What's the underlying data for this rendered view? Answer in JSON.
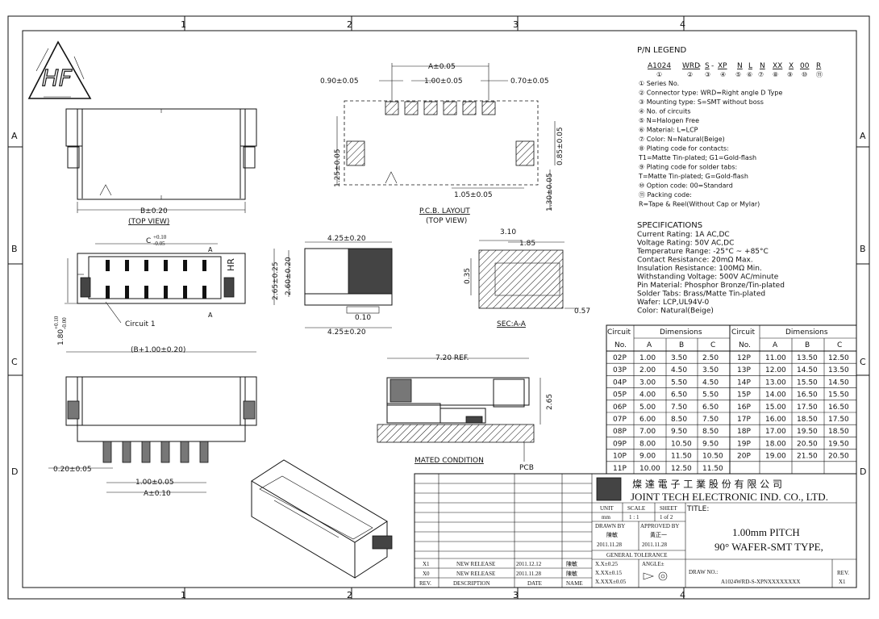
{
  "frame": {
    "top_zones": [
      "1",
      "2",
      "3",
      "4"
    ],
    "side_zones": [
      "A",
      "B",
      "C",
      "D"
    ]
  },
  "logo": {
    "text": "HF"
  },
  "top_view": {
    "dim_b": "B±0.20",
    "caption": "(TOP VIEW)"
  },
  "pcb_layout": {
    "dim_a": "A±0.05",
    "dim_090": "0.90±0.05",
    "dim_100": "1.00±0.05",
    "dim_070": "0.70±0.05",
    "dim_125": "1.25±0.05",
    "dim_085": "0.85±0.05",
    "dim_105": "1.05±0.05",
    "dim_130": "1.30±0.05",
    "caption": "P.C.B. LAYOUT",
    "sub": "(TOP VIEW)"
  },
  "front_view": {
    "dim_c": "C",
    "dim_c_tol_top": "+0.10",
    "dim_c_tol_bot": "-0.05",
    "label_a1": "A",
    "label_a2": "A",
    "dim_180": "1.80",
    "dim_180_tol_top": "+0.10",
    "dim_180_tol_bot": "-0.00",
    "circuit1": "Circuit 1",
    "logo": "HR"
  },
  "side_view": {
    "dim_425_top": "4.25±0.20",
    "dim_265": "2.65±0.25",
    "dim_260": "2.60±0.20",
    "dim_010": "0.10",
    "dim_425_bot": "4.25±0.20"
  },
  "section": {
    "dim_310": "3.10",
    "dim_185": "1.85",
    "dim_035": "0.35",
    "dim_057": "0.57",
    "caption": "SEC:A-A"
  },
  "bottom_view": {
    "dim_b1": "(B+1.00±0.20)",
    "dim_020": "0.20±0.05",
    "dim_100": "1.00±0.05",
    "dim_a": "A±0.10"
  },
  "mated": {
    "dim_720": "7.20 REF.",
    "dim_265": "2.65",
    "caption": "MATED CONDITION",
    "pcb": "PCB"
  },
  "legend": {
    "title": "P/N LEGEND",
    "pn": [
      "A1024",
      "WRD",
      "-",
      "S",
      "-",
      "XP",
      "N",
      "L",
      "N",
      "XX",
      "X",
      "00",
      "R"
    ],
    "pn_nums": [
      "①",
      "②",
      "③",
      "④",
      "⑤",
      "⑥",
      "⑦",
      "⑧",
      "⑨",
      "⑩",
      "⑪"
    ],
    "lines": [
      "① Series No.",
      "② Connector type: WRD=Right angle D Type",
      "③ Mounting type: S=SMT without boss",
      "④ No. of circuits",
      "⑤ N=Halogen Free",
      "⑥ Material: L=LCP",
      "⑦ Color: N=Natural(Beige)",
      "⑧ Plating code for contacts:",
      "   T1=Matte Tin-plated; G1=Gold-flash",
      "⑨ Plating code for solder tabs:",
      "   T=Matte Tin-plated; G=Gold-flash",
      "⑩ Option code: 00=Standard",
      "⑪ Packing code:",
      "   R=Tape & Reel(Without Cap or Mylar)"
    ]
  },
  "specs": {
    "title": "SPECIFICATIONS",
    "lines": [
      "Current Rating: 1A AC,DC",
      "Voltage Rating: 50V AC,DC",
      "Temperature Range: -25°C ~ +85°C",
      "Contact Resistance: 20mΩ Max.",
      "Insulation Resistance: 100MΩ Min.",
      "Withstanding Voltage: 500V AC/minute",
      "Pin Material: Phosphor Bronze/Tin-plated",
      "Solder Tabs: Brass/Matte Tin-plated",
      "Wafer: LCP,UL94V-0",
      "Color: Natural(Beige)"
    ]
  },
  "dim_table": {
    "h_circuit": "Circuit",
    "h_no": "No.",
    "h_dims": "Dimensions",
    "h_a": "A",
    "h_b": "B",
    "h_c": "C",
    "left": [
      [
        "02P",
        "1.00",
        "3.50",
        "2.50"
      ],
      [
        "03P",
        "2.00",
        "4.50",
        "3.50"
      ],
      [
        "04P",
        "3.00",
        "5.50",
        "4.50"
      ],
      [
        "05P",
        "4.00",
        "6.50",
        "5.50"
      ],
      [
        "06P",
        "5.00",
        "7.50",
        "6.50"
      ],
      [
        "07P",
        "6.00",
        "8.50",
        "7.50"
      ],
      [
        "08P",
        "7.00",
        "9.50",
        "8.50"
      ],
      [
        "09P",
        "8.00",
        "10.50",
        "9.50"
      ],
      [
        "10P",
        "9.00",
        "11.50",
        "10.50"
      ],
      [
        "11P",
        "10.00",
        "12.50",
        "11.50"
      ]
    ],
    "right": [
      [
        "12P",
        "11.00",
        "13.50",
        "12.50"
      ],
      [
        "13P",
        "12.00",
        "14.50",
        "13.50"
      ],
      [
        "14P",
        "13.00",
        "15.50",
        "14.50"
      ],
      [
        "15P",
        "14.00",
        "16.50",
        "15.50"
      ],
      [
        "16P",
        "15.00",
        "17.50",
        "16.50"
      ],
      [
        "17P",
        "16.00",
        "18.50",
        "17.50"
      ],
      [
        "18P",
        "17.00",
        "19.50",
        "18.50"
      ],
      [
        "19P",
        "18.00",
        "20.50",
        "19.50"
      ],
      [
        "20P",
        "19.00",
        "21.50",
        "20.50"
      ]
    ]
  },
  "title_block": {
    "company_cn": "燦 達 電 子 工 業 股 份 有 限 公 司",
    "company_en": "JOINT TECH ELECTRONIC IND. CO., LTD.",
    "unit_label": "UNIT",
    "scale_label": "SCALE",
    "sheet_label": "SHEET",
    "title_label": "TITLE:",
    "unit": "mm",
    "scale": "1 : 1",
    "sheet": "1 of 2",
    "drawn_by_label": "DRAWN BY",
    "approved_by_label": "APPROVED BY",
    "drawn_by": "陳敏",
    "approved_by": "黃正一",
    "drawn_date": "2011.11.28",
    "approved_date": "2011.11.28",
    "title_line1": "1.00mm PITCH",
    "title_line2": "90° WAFER-SMT TYPE,",
    "gen_tol": "GENERAL TOLERANCE",
    "tol1": "X.X±0.25",
    "tol2": "X.XX±0.15",
    "tol3": "X.XXX±0.05",
    "angle": "ANGLE±",
    "drawing_no_label": "DRAW NO.:",
    "drawing_no": "A1024WRD-S-XPNXXXXXXXX",
    "rev_label": "REV.",
    "rev": "X1",
    "revs": [
      [
        "X1",
        "NEW RELEASE",
        "2011.12.12",
        "陳敏"
      ],
      [
        "X0",
        "NEW RELEASE",
        "2011.11.28",
        "陳敏"
      ]
    ],
    "rev_headers": [
      "REV.",
      "DESCRIPTION",
      "DATE",
      "NAME"
    ]
  }
}
